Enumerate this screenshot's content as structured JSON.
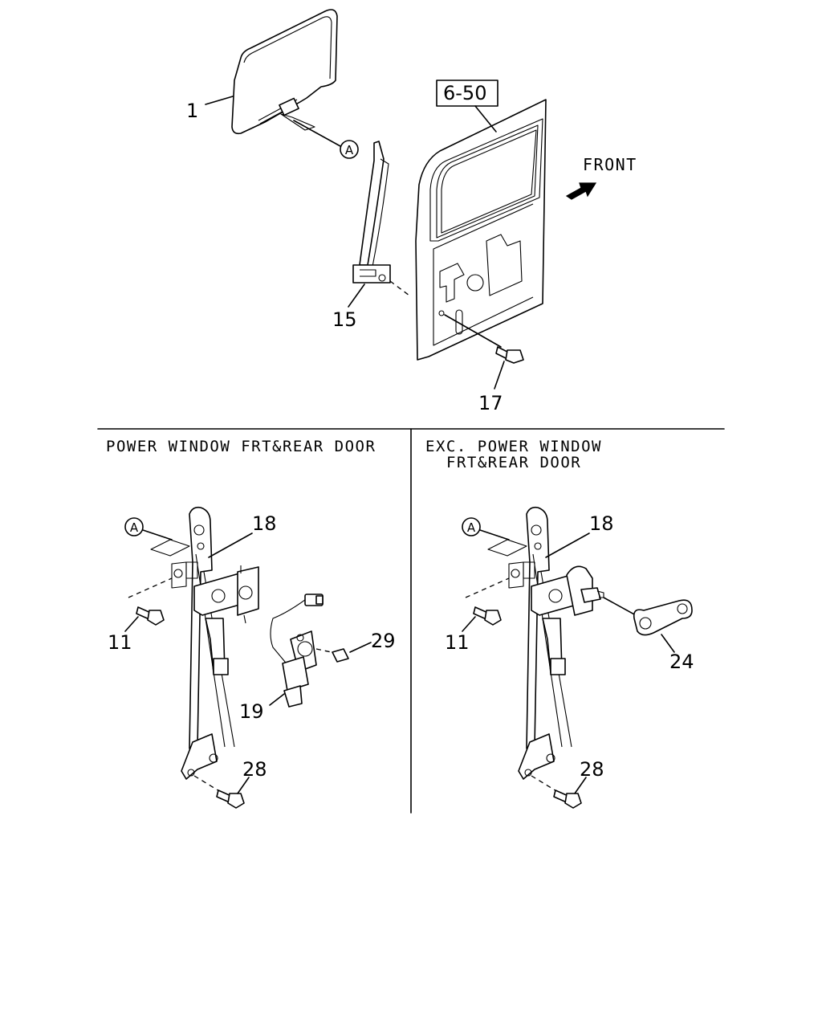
{
  "reference_box": "6-50",
  "front_label": "FRONT",
  "sections": {
    "left_title": "POWER WINDOW FRT&REAR DOOR",
    "right_title_line1": "EXC. POWER WINDOW",
    "right_title_line2": "FRT&REAR DOOR"
  },
  "callouts": {
    "glass": "1",
    "channel": "15",
    "door_bolt": "17",
    "reference_marker": "A",
    "regulator_left": "18",
    "regulator_right": "18",
    "bolt_left": "11",
    "bolt_right": "11",
    "motor_screw": "29",
    "motor": "19",
    "lower_bolt_left": "28",
    "lower_bolt_right": "28",
    "handle": "24"
  }
}
